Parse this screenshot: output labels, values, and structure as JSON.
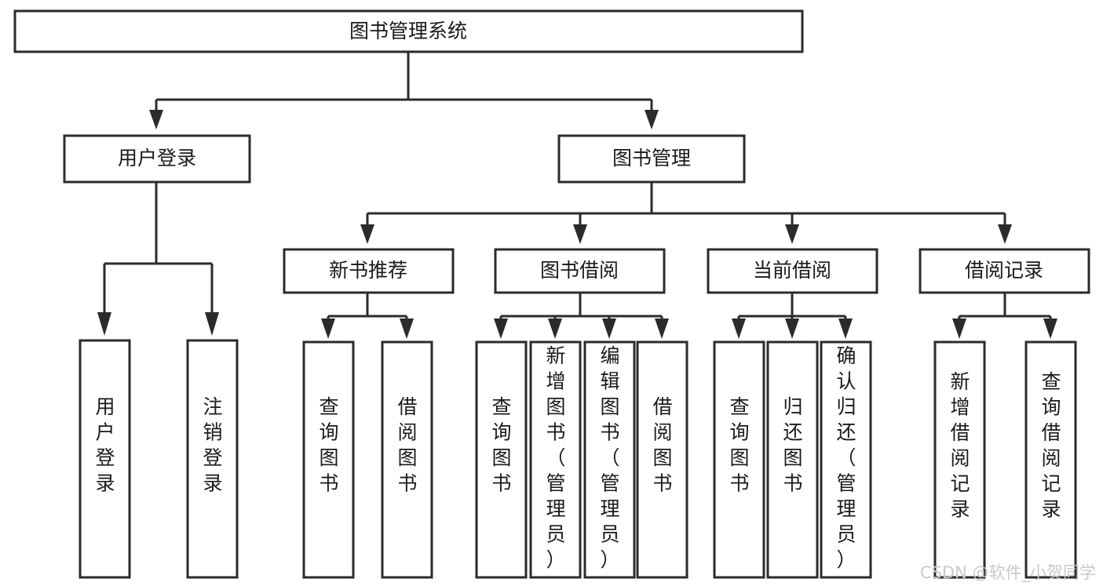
{
  "diagram": {
    "title": "图书管理系统",
    "type": "hierarchy-tree",
    "root": {
      "id": "root",
      "label": "图书管理系统"
    },
    "level2": [
      {
        "id": "user-login",
        "label": "用户登录"
      },
      {
        "id": "book-manage",
        "label": "图书管理"
      }
    ],
    "level3": [
      {
        "id": "new-book-recommend",
        "label": "新书推荐",
        "parent": "book-manage"
      },
      {
        "id": "book-borrow",
        "label": "图书借阅",
        "parent": "book-manage"
      },
      {
        "id": "current-borrow",
        "label": "当前借阅",
        "parent": "book-manage"
      },
      {
        "id": "borrow-record",
        "label": "借阅记录",
        "parent": "book-manage"
      }
    ],
    "leaves": {
      "user_login": [
        {
          "id": "leaf-user-login",
          "label": "用户登录"
        },
        {
          "id": "leaf-user-logout",
          "label": "注销登录"
        }
      ],
      "new_book_recommend": [
        {
          "id": "leaf-query-book-1",
          "label": "查询图书"
        },
        {
          "id": "leaf-borrow-book-1",
          "label": "借阅图书"
        }
      ],
      "book_borrow": [
        {
          "id": "leaf-query-book-2",
          "label": "查询图书"
        },
        {
          "id": "leaf-add-book",
          "label": "新增图书（管理员）"
        },
        {
          "id": "leaf-edit-book",
          "label": "编辑图书（管理员）"
        },
        {
          "id": "leaf-borrow-book-2",
          "label": "借阅图书"
        }
      ],
      "current_borrow": [
        {
          "id": "leaf-query-book-3",
          "label": "查询图书"
        },
        {
          "id": "leaf-return-book",
          "label": "归还图书"
        },
        {
          "id": "leaf-confirm-return",
          "label": "确认归还（管理员）"
        }
      ],
      "borrow_record": [
        {
          "id": "leaf-add-record",
          "label": "新增借阅记录"
        },
        {
          "id": "leaf-query-record",
          "label": "查询借阅记录"
        }
      ]
    },
    "watermark": "CSDN @软件_小贺同学",
    "colors": {
      "stroke": "#2b2b2b",
      "box_fill": "#ffffff",
      "text": "#1a1a1a",
      "background": "#ffffff",
      "watermark": "#c9c9c9"
    }
  }
}
